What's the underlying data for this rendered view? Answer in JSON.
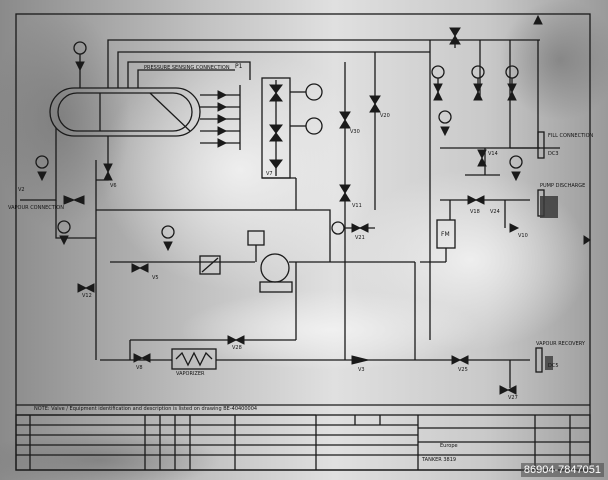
{
  "labels": {
    "pressure_sensing": "PRESSURE SENSING CONNECTION",
    "p1": "P1",
    "vapour_connection": "VAPOUR CONNECTION",
    "v2": "V2",
    "v12": "V12",
    "v5": "V5",
    "v8": "V8",
    "v3": "V3",
    "v6": "V6",
    "v7": "V7",
    "v11": "V11",
    "v21": "V21",
    "v28": "V28",
    "v20": "V20",
    "v30": "V30",
    "v24": "V24",
    "v18": "V18",
    "v10": "V10",
    "v25": "V25",
    "v27": "V27",
    "v14": "V14",
    "vaporizer": "VAPORIZER",
    "fm": "FM",
    "fill_connection": "FILL CONNECTION",
    "dc3": "DC3",
    "pump_discharge": "PUMP DISCHARGE",
    "vapour_recovery": "VAPOUR RECOVERY",
    "dc5": "DC5",
    "note": "NOTE: Valve / Equipment identification and description is listed on drawing BE-40400004",
    "europe": "Europe",
    "tanker": "TANKER 3819"
  },
  "watermark_id": "86904-7847051",
  "colors": {
    "ink": "#1a1a1a",
    "paper": "#d4d4d4",
    "shadow": "#7a7a7a"
  }
}
